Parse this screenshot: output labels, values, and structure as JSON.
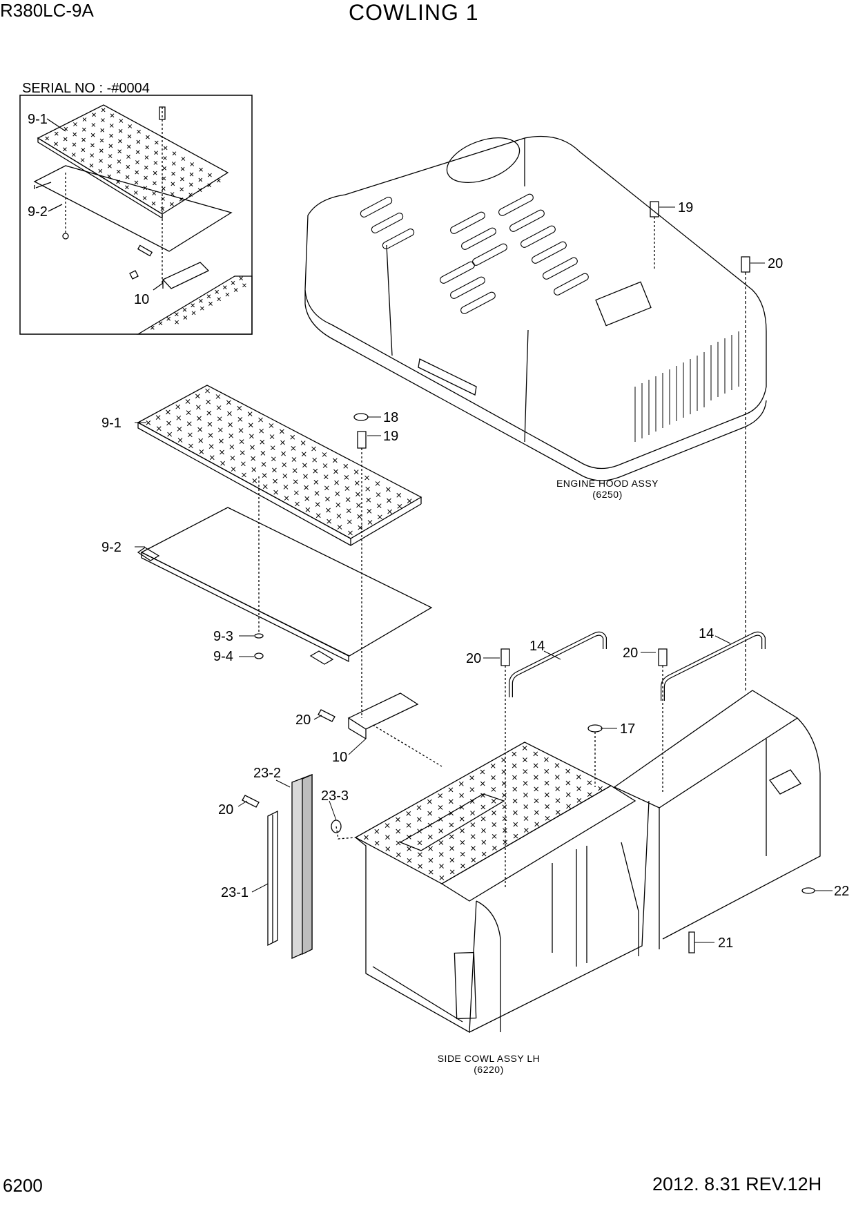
{
  "header": {
    "model": "R380LC-9A",
    "title": "COWLING 1"
  },
  "inset": {
    "serial_label": "SERIAL NO : -#0004",
    "callouts": [
      "9-1",
      "9-2",
      "10"
    ]
  },
  "callouts": {
    "c9_1": "9-1",
    "c9_2": "9-2",
    "c9_3": "9-3",
    "c9_4": "9-4",
    "c10": "10",
    "c14a": "14",
    "c14b": "14",
    "c17": "17",
    "c18": "18",
    "c19a": "19",
    "c19b": "19",
    "c20a": "20",
    "c20b": "20",
    "c20c": "20",
    "c20d": "20",
    "c20e": "20",
    "c21": "21",
    "c22": "22",
    "c23_1": "23-1",
    "c23_2": "23-2",
    "c23_3": "23-3"
  },
  "assemblies": {
    "engine_hood_name": "ENGINE HOOD ASSY",
    "engine_hood_code": "(6250)",
    "side_cowl_name": "SIDE COWL ASSY LH",
    "side_cowl_code": "(6220)"
  },
  "footer": {
    "page": "6200",
    "date_rev": "2012. 8.31  REV.12H"
  }
}
